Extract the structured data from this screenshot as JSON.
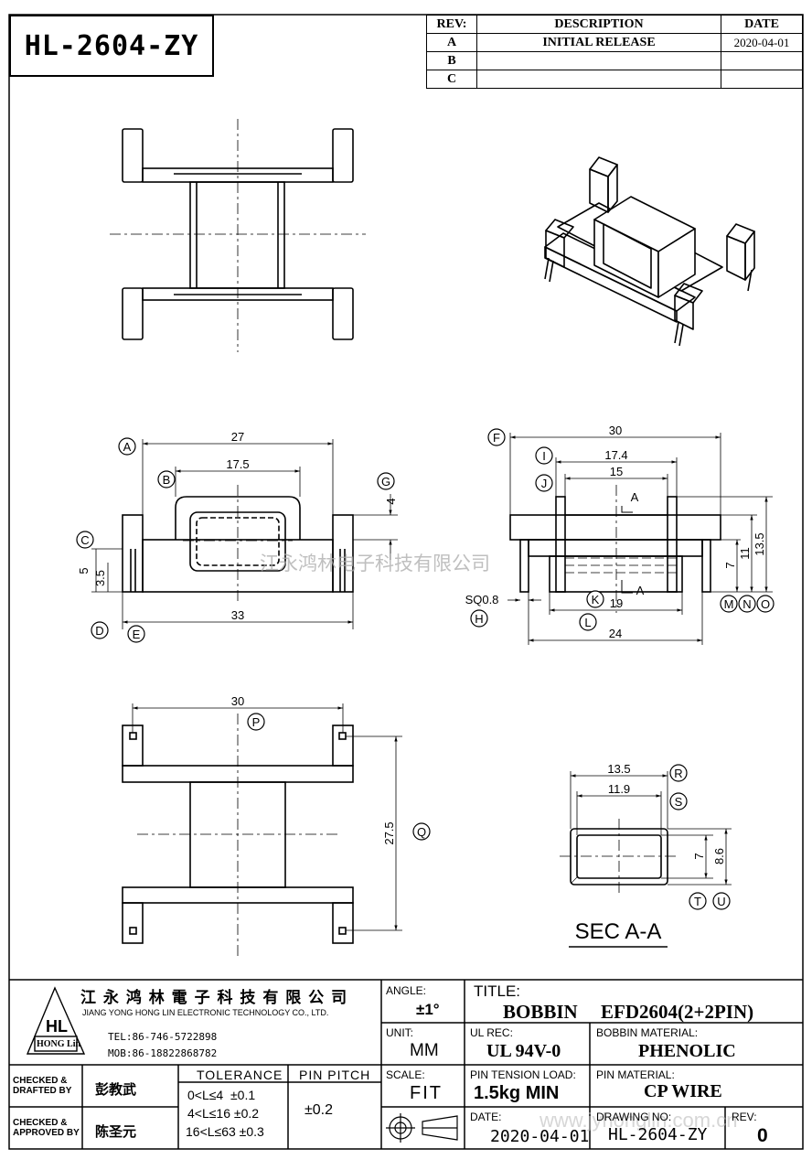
{
  "part_number": "HL-2604-ZY",
  "revision_table": {
    "headers": {
      "rev": "REV:",
      "description": "DESCRIPTION",
      "date": "DATE"
    },
    "rows": [
      {
        "rev": "A",
        "description": "INITIAL  RELEASE",
        "date": "2020-04-01"
      },
      {
        "rev": "B",
        "description": "",
        "date": ""
      },
      {
        "rev": "C",
        "description": "",
        "date": ""
      }
    ]
  },
  "views": {
    "front": {
      "callouts": [
        "A",
        "B",
        "C",
        "D",
        "E",
        "G"
      ],
      "dims": {
        "d27": "27",
        "d17_5": "17.5",
        "d4": "4",
        "d5": "5",
        "d3_5": "3.5",
        "d33": "33"
      }
    },
    "side": {
      "callouts": [
        "F",
        "I",
        "J",
        "K",
        "L",
        "H",
        "M",
        "N",
        "O"
      ],
      "dims": {
        "d30": "30",
        "d17_4": "17.4",
        "d15": "15",
        "d19": "19",
        "d24": "24",
        "d7": "7",
        "d11": "11",
        "d13_5": "13.5",
        "sq": "SQ0.8"
      },
      "section_marks": [
        "A",
        "A"
      ]
    },
    "bottom": {
      "callouts": [
        "P",
        "Q"
      ],
      "dims": {
        "d30": "30",
        "d27_5": "27.5"
      }
    },
    "section": {
      "callouts": [
        "R",
        "S",
        "T",
        "U"
      ],
      "dims": {
        "d13_5": "13.5",
        "d11_9": "11.9",
        "d7": "7",
        "d8_6": "8.6"
      },
      "label": "SEC  A-A"
    }
  },
  "watermark": "江永鸿林电子科技有限公司",
  "watermark_url": "www.jyhonglin.com.cn",
  "title_block": {
    "company_cn": "江 永 鸿 林 電 子 科 技 有 限 公 司",
    "company_en": "JIANG YONG HONG LIN ELECTRONIC TECHNOLOGY CO., LTD.",
    "logo_text": "HONG Lin",
    "tel": "TEL:86-746-5722898",
    "mob": "MOB:86-18822868782",
    "angle_label": "ANGLE:",
    "angle_value": "±1°",
    "unit_label": "UNIT:",
    "unit_value": "MM",
    "scale_label": "SCALE:",
    "scale_value": "FIT",
    "title_label": "TITLE:",
    "title_value1": "BOBBIN",
    "title_value2": "EFD2604(2+2PIN)",
    "ul_label": "UL REC:",
    "ul_value": "UL 94V-0",
    "bobbin_material_label": "BOBBIN MATERIAL:",
    "bobbin_material_value": "PHENOLIC",
    "pin_tension_label": "PIN TENSION LOAD:",
    "pin_tension_value": "1.5kg MIN",
    "pin_material_label": "PIN MATERIAL:",
    "pin_material_value": "CP WIRE",
    "date_label": "DATE:",
    "date_value": "2020-04-01",
    "drawing_no_label": "DRAWING NO:",
    "drawing_no_value": "HL-2604-ZY",
    "rev_label": "REV:",
    "rev_value": "0",
    "checked_drafted_label": "CHECKED & DRAFTED BY",
    "checked_drafted_value": "彭教武",
    "checked_approved_label": "CHECKED & APPROVED BY",
    "checked_approved_value": "陈圣元",
    "tolerance_label": "TOLERANCE",
    "tolerance_rows": [
      "0<L≤4  ±0.1",
      "4<L≤16 ±0.2",
      "16<L≤63 ±0.3"
    ],
    "pin_pitch_label": "PIN PITCH",
    "pin_pitch_value": "±0.2"
  }
}
